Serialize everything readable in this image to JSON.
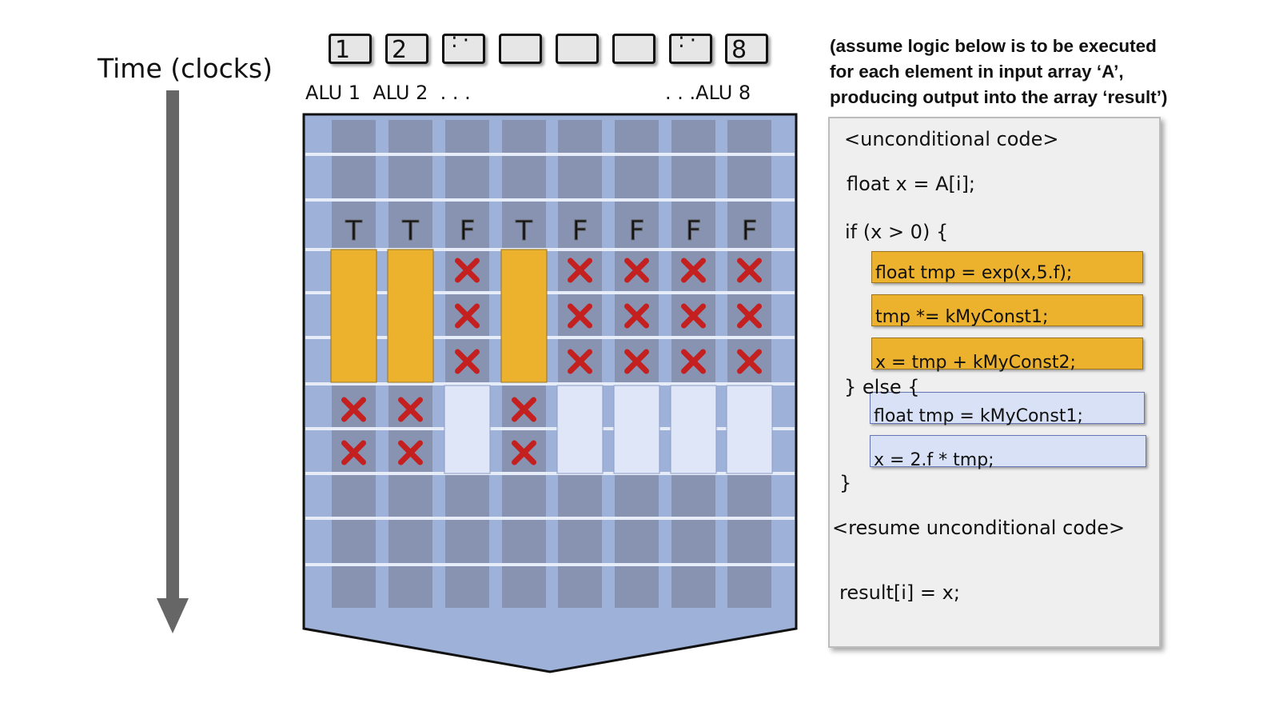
{
  "time_axis": {
    "label": "Time (clocks)"
  },
  "alus": {
    "boxes": [
      "1",
      "2",
      "",
      "",
      "",
      "",
      "",
      "8"
    ],
    "label_left": "ALU 1  ALU 2  . . .",
    "label_right": ". . .ALU 8"
  },
  "lanes": {
    "predicates": [
      "T",
      "T",
      "F",
      "T",
      "F",
      "F",
      "F",
      "F"
    ]
  },
  "colors": {
    "grid_bg": "#9eb1d8",
    "lane": "#8793b0",
    "true_block": "#ecb12d",
    "false_block": "#dfe6f8",
    "cross": "#c42020"
  },
  "note": {
    "line1": "(assume logic below is to be executed",
    "line2": "for each element in input array ‘A’,",
    "line3": "producing output into the array ‘result’)"
  },
  "code": {
    "unconditional": "<unconditional code>",
    "load": "float x = A[i];",
    "if_line": "if (x > 0) {",
    "if_body": [
      "float tmp = exp(x,5.f);",
      "tmp *= kMyConst1;",
      "x = tmp + kMyConst2;"
    ],
    "else_line": "} else {",
    "else_body": [
      "float tmp = kMyConst1;",
      "x = 2.f * tmp;"
    ],
    "close": "}",
    "resume": "<resume unconditional code>",
    "result": "result[i] = x;"
  }
}
